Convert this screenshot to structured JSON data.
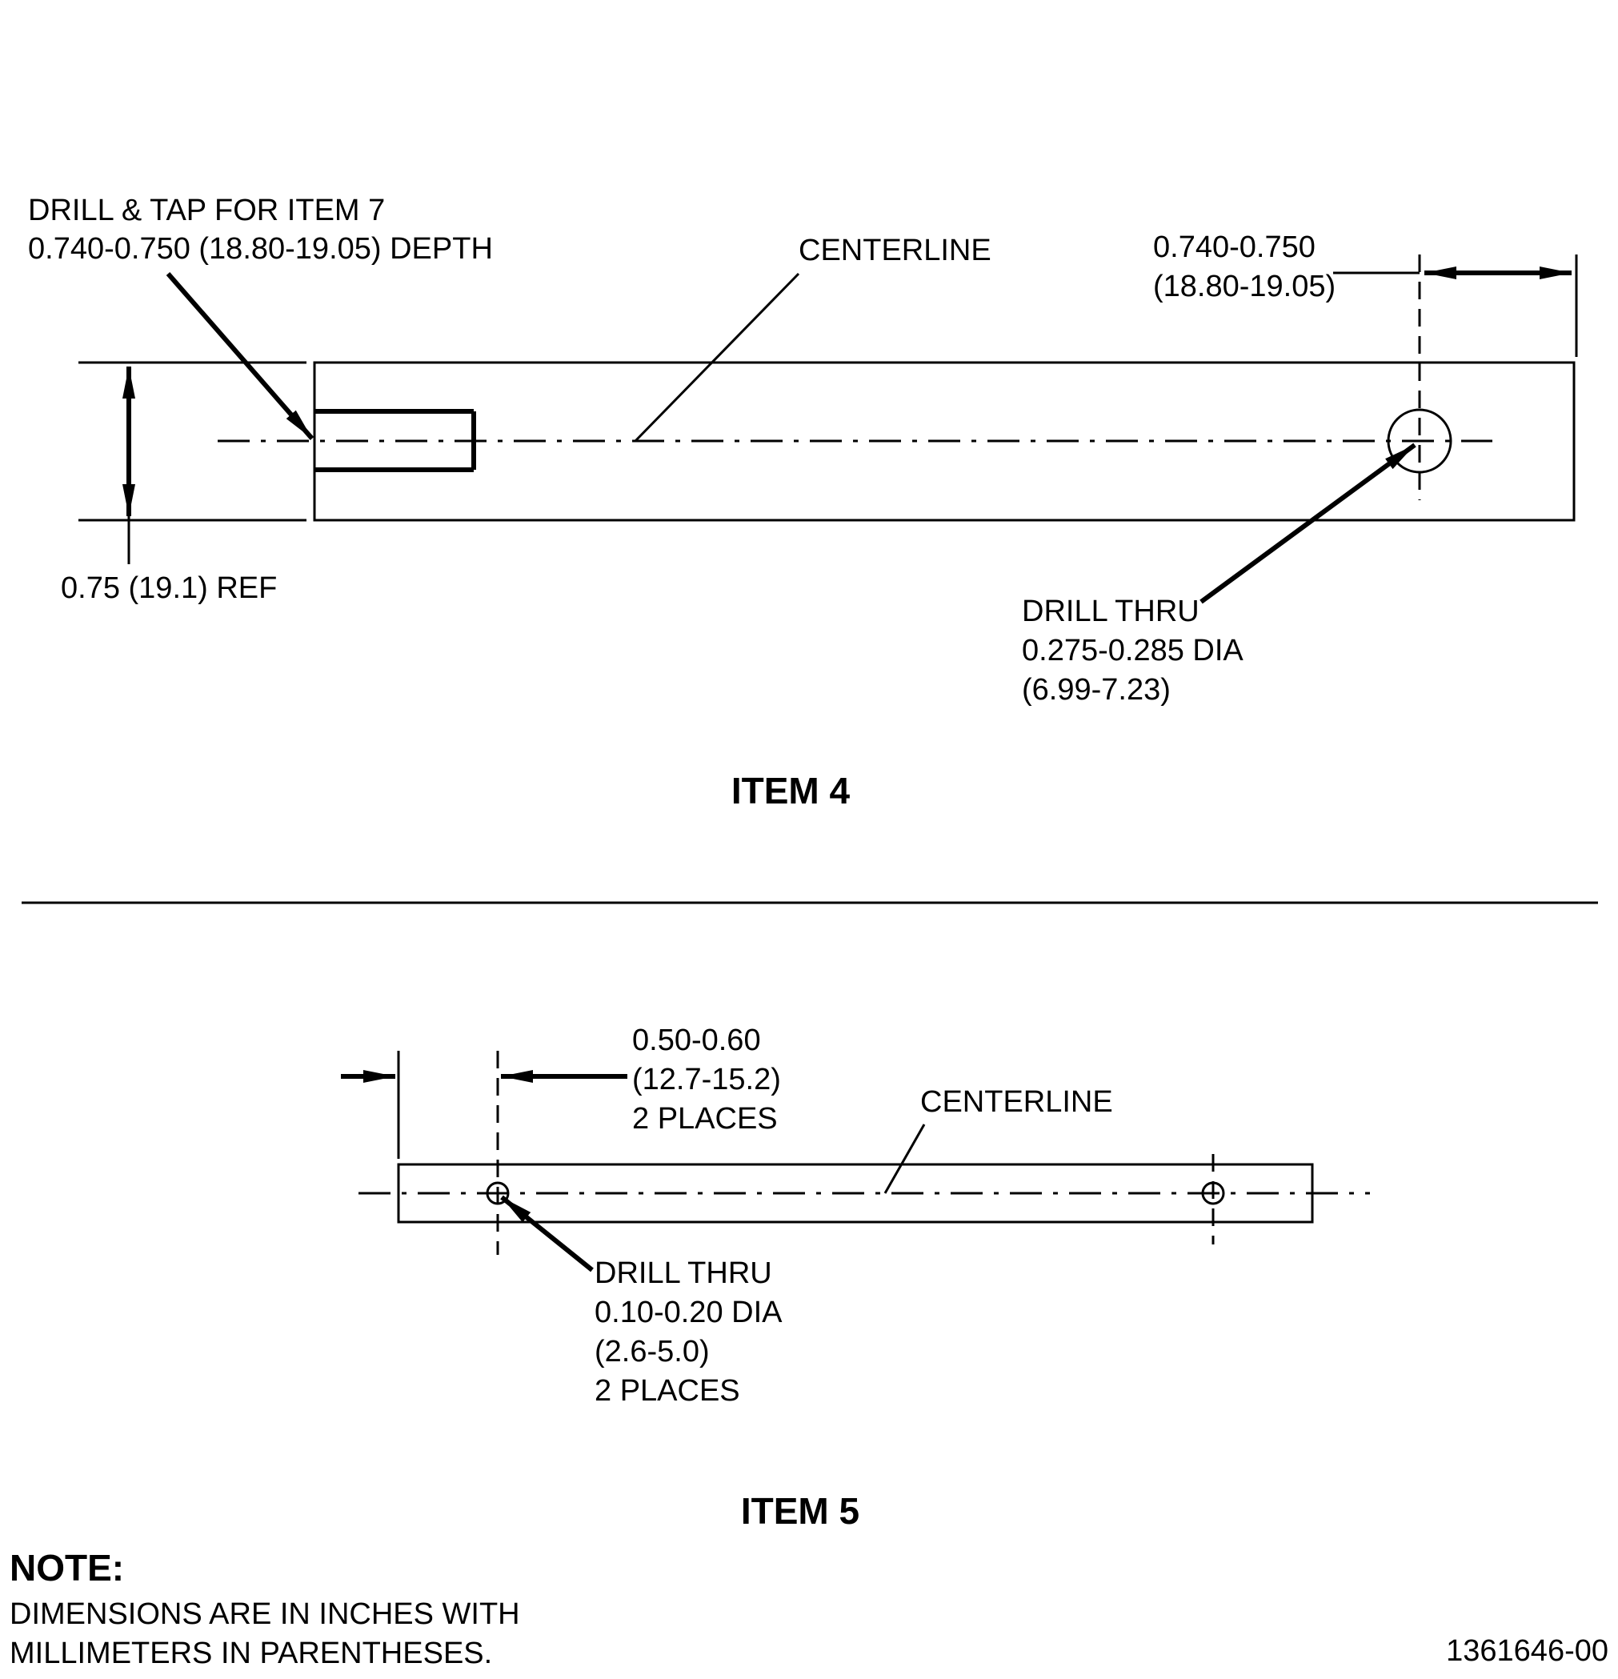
{
  "item4": {
    "title": "ITEM 4",
    "tap_label": [
      "DRILL & TAP FOR ITEM 7",
      "0.740-0.750 (18.80-19.05) DEPTH"
    ],
    "centerline_label": "CENTERLINE",
    "hole_offset_label": [
      "0.740-0.750",
      "(18.80-19.05)"
    ],
    "height_label": "0.75 (19.1) REF",
    "drill_label": [
      "DRILL THRU",
      "0.275-0.285 DIA",
      "(6.99-7.23)"
    ]
  },
  "item5": {
    "title": "ITEM 5",
    "offset_label": [
      "0.50-0.60",
      "(12.7-15.2)",
      "2 PLACES"
    ],
    "centerline_label": "CENTERLINE",
    "drill_label": [
      "DRILL THRU",
      "0.10-0.20 DIA",
      "(2.6-5.0)",
      "2 PLACES"
    ]
  },
  "note": {
    "heading": "NOTE:",
    "lines": [
      "DIMENSIONS ARE IN INCHES WITH",
      "MILLIMETERS IN PARENTHESES."
    ]
  },
  "drawing_number": "1361646-00"
}
